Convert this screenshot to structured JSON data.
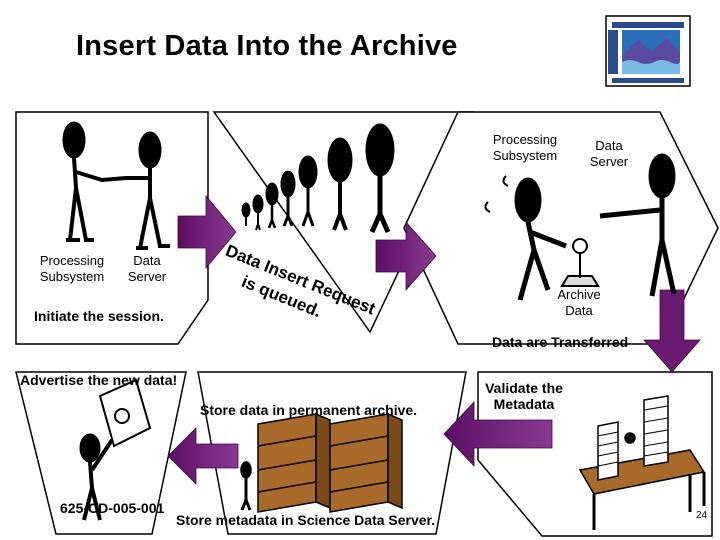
{
  "title": "Insert Data Into the Archive",
  "left_panel": {
    "processing_label": "Processing Subsystem",
    "data_server_label": "Data Server",
    "caption": "Initiate the session."
  },
  "queue": {
    "line1": "Data Insert Request",
    "line2": "is queued."
  },
  "right_panel": {
    "processing_label": "Processing Subsystem",
    "data_server_label": "Data Server",
    "archive_label": "Archive Data",
    "caption": "Data are Transferred"
  },
  "validate": {
    "caption": "Validate the Metadata"
  },
  "archive": {
    "caption": "Store data in permanent archive."
  },
  "advertise": {
    "caption": "Advertise the new data!",
    "doc_id": "625-CD-005-001"
  },
  "footer": {
    "caption": "Store metadata in Science Data Server.",
    "slide_number": "24"
  },
  "logo": {
    "name": "eos-data-logo-icon"
  },
  "colors": {
    "arrow": "#6a1b6f",
    "panel_border": "#000000",
    "text": "#000000"
  }
}
